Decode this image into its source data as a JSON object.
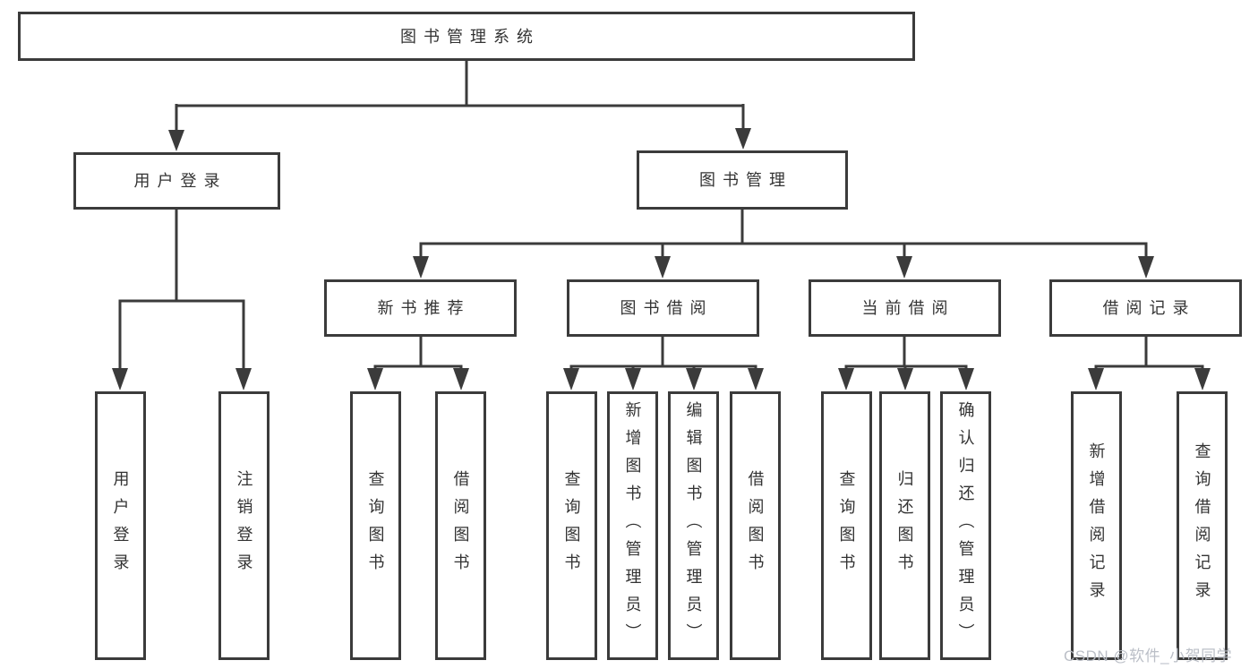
{
  "colors": {
    "line": "#3b3b3b",
    "text": "#333333",
    "background": "#ffffff",
    "watermark": "#b7bcc4"
  },
  "diagram": {
    "root": {
      "label": "图书管理系统"
    },
    "level1": [
      {
        "label": "用户登录"
      },
      {
        "label": "图书管理"
      }
    ],
    "level2": [
      {
        "label": "新书推荐"
      },
      {
        "label": "图书借阅"
      },
      {
        "label": "当前借阅"
      },
      {
        "label": "借阅记录"
      }
    ],
    "leaves": [
      {
        "label": "用户登录"
      },
      {
        "label": "注销登录"
      },
      {
        "label": "查询图书"
      },
      {
        "label": "借阅图书"
      },
      {
        "label": "查询图书"
      },
      {
        "label": "新增图书（管理员）"
      },
      {
        "label": "编辑图书（管理员）"
      },
      {
        "label": "借阅图书"
      },
      {
        "label": "查询图书"
      },
      {
        "label": "归还图书"
      },
      {
        "label": "确认归还（管理员）"
      },
      {
        "label": "新增借阅记录"
      },
      {
        "label": "查询借阅记录"
      }
    ]
  },
  "watermark": {
    "text": "CSDN @软件_小贺同学"
  }
}
